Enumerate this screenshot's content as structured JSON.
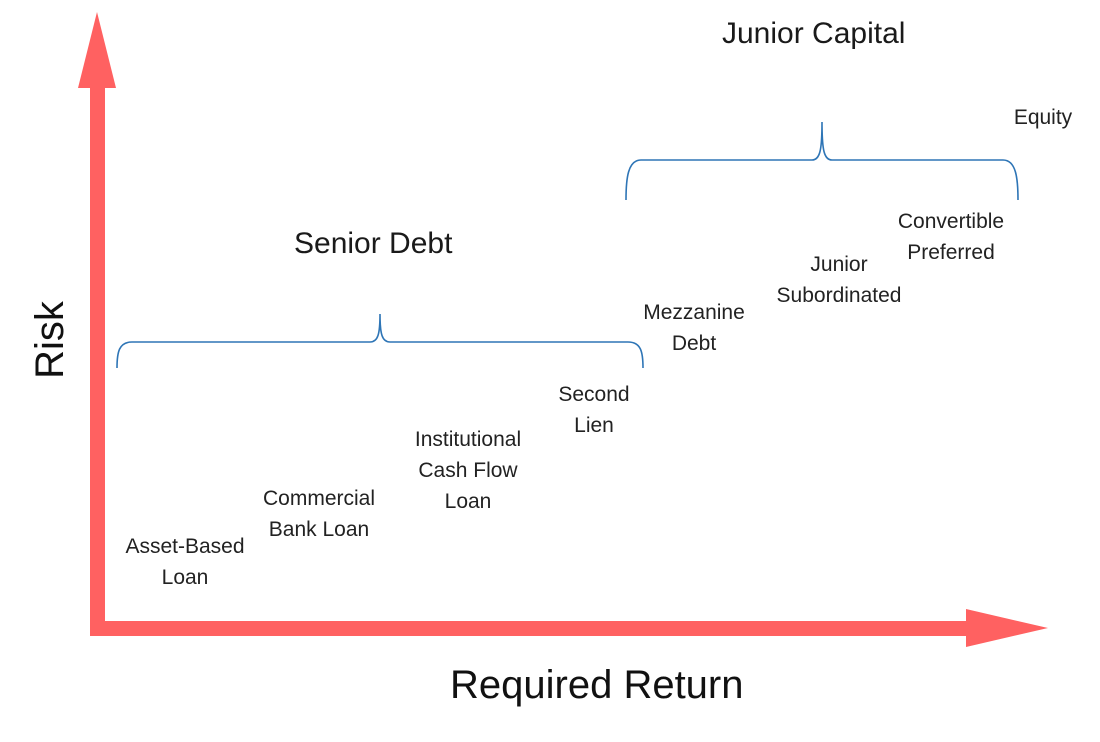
{
  "axes": {
    "x_title": "Required Return",
    "y_title": "Risk",
    "arrow_color": "#ff6161"
  },
  "brackets": {
    "color": "#2e75b6",
    "senior_title": "Senior Debt",
    "junior_title": "Junior Capital"
  },
  "instruments": {
    "asset_based": [
      "Asset-Based",
      "Loan"
    ],
    "commercial_bank": [
      "Commercial",
      "Bank Loan"
    ],
    "institutional": [
      "Institutional",
      "Cash Flow",
      "Loan"
    ],
    "second_lien": [
      "Second",
      "Lien"
    ],
    "mezzanine": [
      "Mezzanine",
      "Debt"
    ],
    "junior_sub": [
      "Junior",
      "Subordinated"
    ],
    "convertible": [
      "Convertible",
      "Preferred"
    ],
    "equity": [
      "Equity"
    ]
  }
}
